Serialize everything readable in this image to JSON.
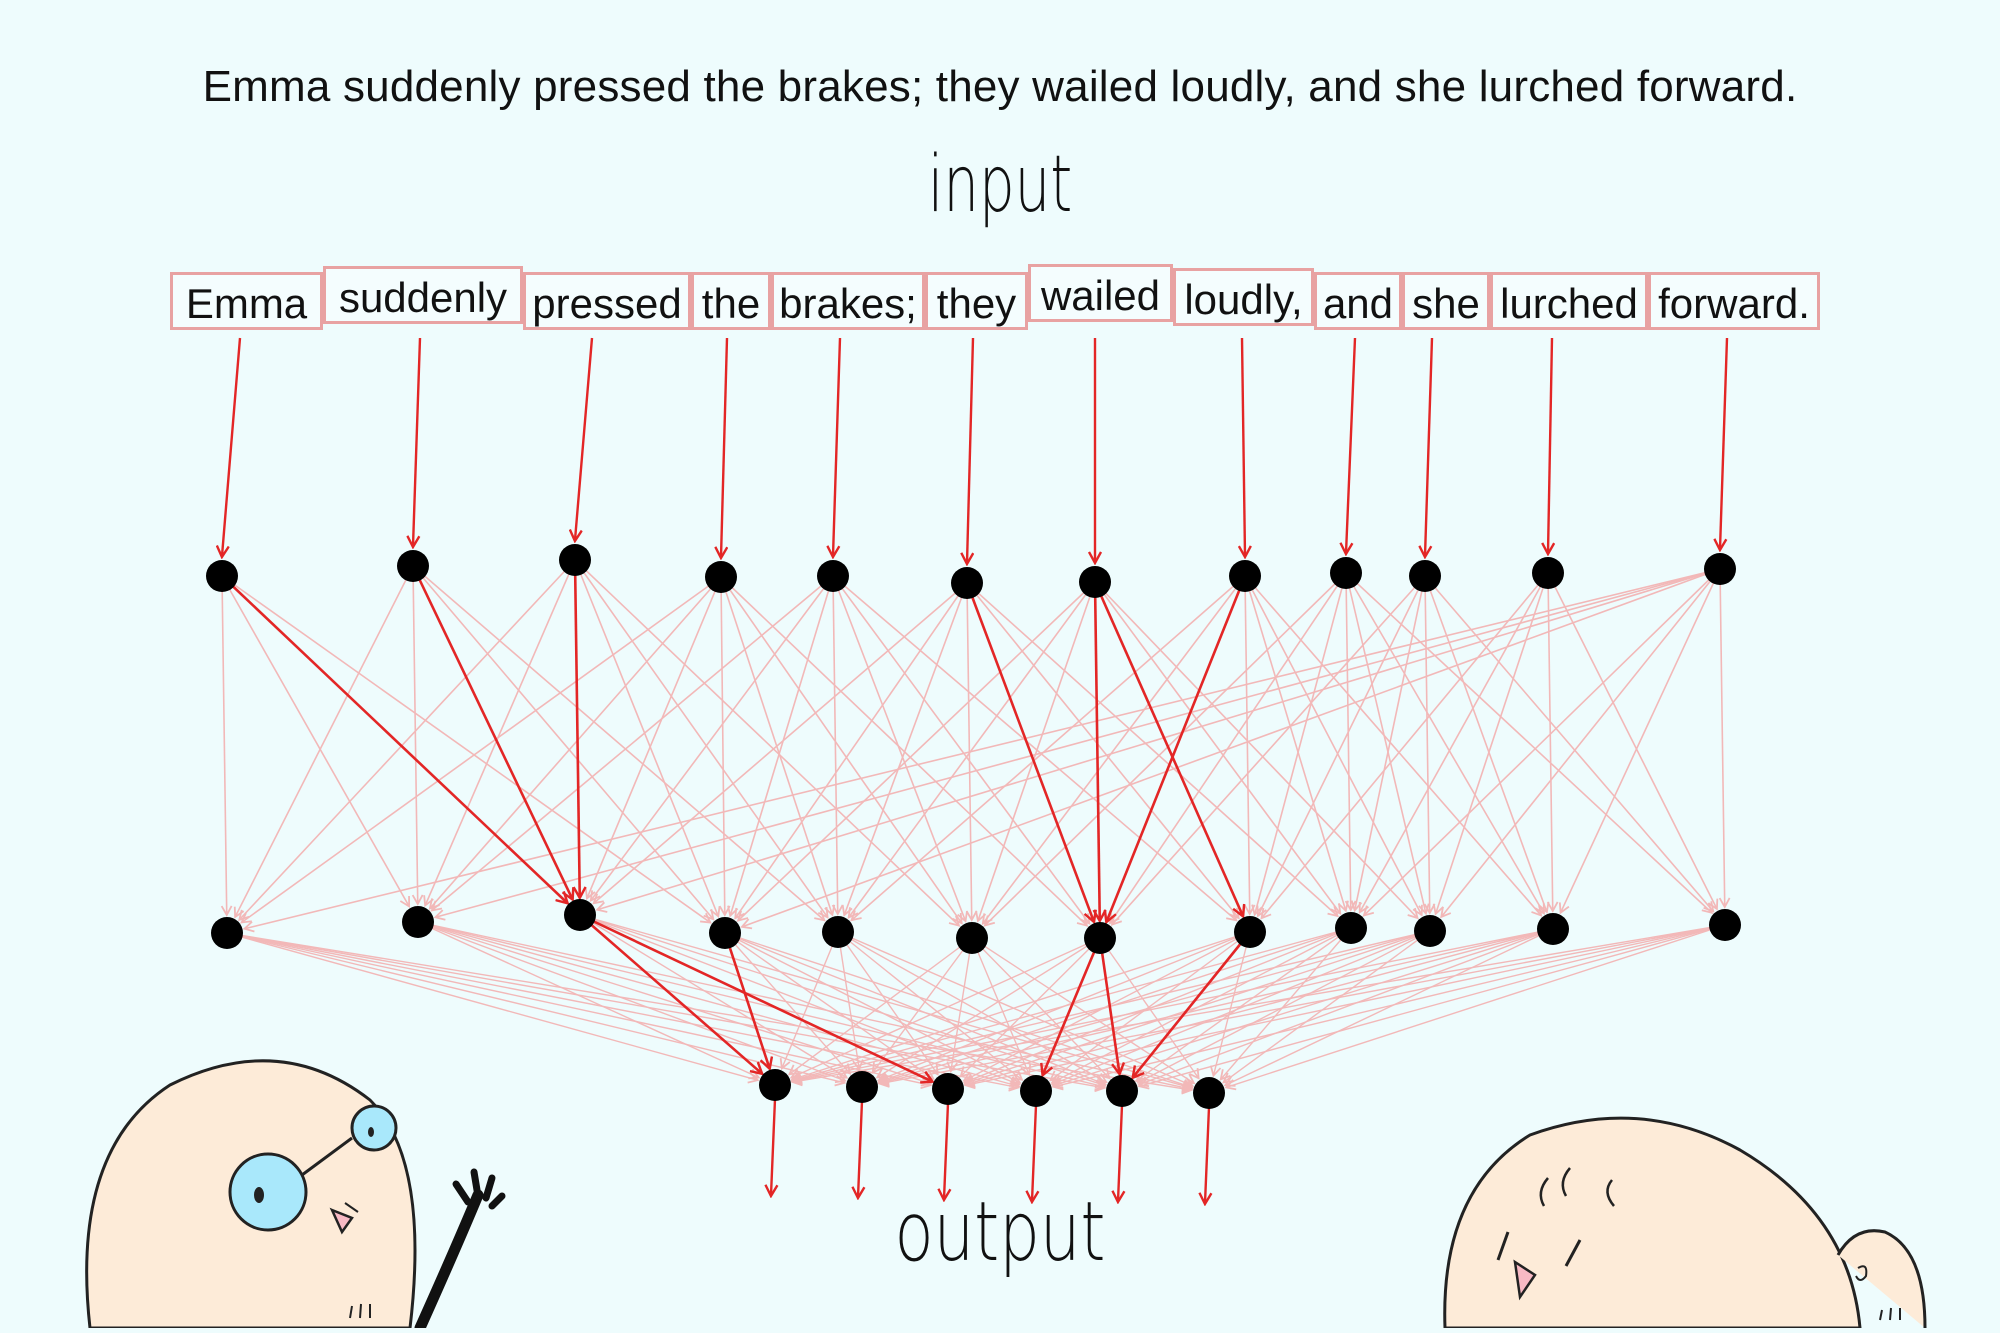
{
  "sentence": "Emma suddenly pressed the brakes; they wailed loudly, and she lurched forward.",
  "input_label": "input",
  "output_label": "output",
  "tokens": [
    "Emma",
    "suddenly",
    "pressed",
    "the",
    "brakes;",
    "they",
    "wailed",
    "loudly,",
    "and",
    "she",
    "lurched",
    "forward."
  ],
  "layers": {
    "input_nodes": 12,
    "hidden_nodes": 12,
    "output_nodes": 6
  },
  "highlighted_connections": {
    "layer1": [
      [
        0,
        2
      ],
      [
        1,
        2
      ],
      [
        2,
        2
      ],
      [
        5,
        6
      ],
      [
        6,
        6
      ],
      [
        7,
        6
      ],
      [
        6,
        7
      ]
    ],
    "layer2": [
      [
        2,
        0
      ],
      [
        3,
        0
      ],
      [
        2,
        2
      ],
      [
        6,
        3
      ],
      [
        6,
        4
      ],
      [
        7,
        4
      ]
    ]
  },
  "colors": {
    "background": "#eefcfd",
    "accent": "#e32626",
    "faint": "#f2b8b8",
    "node": "#000000",
    "token_border": "#e8a2a2",
    "skin": "#fdebd8",
    "glasses": "#a9e8fb"
  },
  "characters": [
    "character-with-glasses",
    "character-smiling"
  ]
}
